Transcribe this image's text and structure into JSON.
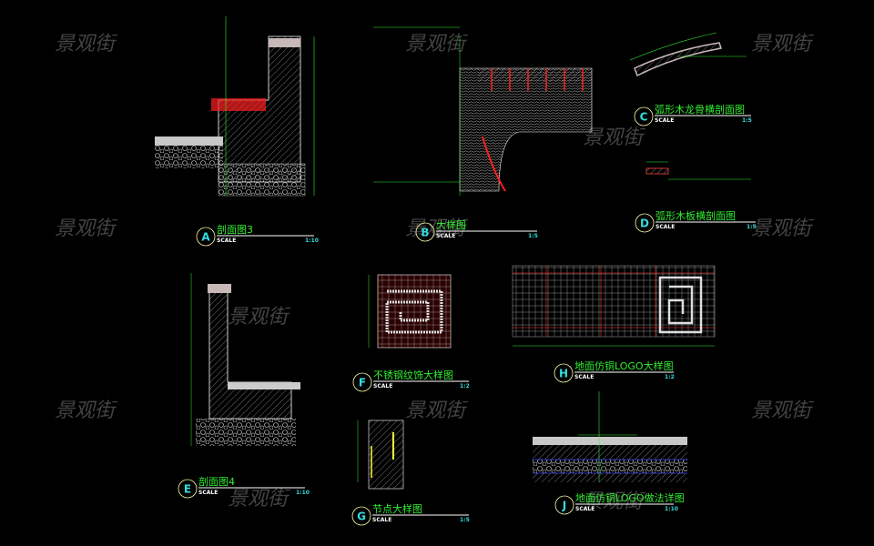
{
  "watermark": "景观街",
  "scale_word": "SCALE",
  "details": [
    {
      "id": "A",
      "title": "剖面图3",
      "scale": "1:10"
    },
    {
      "id": "B",
      "title": "大样图",
      "scale": "1:5"
    },
    {
      "id": "C",
      "title": "弧形木龙骨横剖面图",
      "scale": "1:5"
    },
    {
      "id": "D",
      "title": "弧形木板横剖面图",
      "scale": "1:5"
    },
    {
      "id": "E",
      "title": "剖面图4",
      "scale": "1:10"
    },
    {
      "id": "F",
      "title": "不锈钢纹饰大样图",
      "scale": "1:2"
    },
    {
      "id": "G",
      "title": "节点大样图",
      "scale": "1:5"
    },
    {
      "id": "H",
      "title": "地面仿铜LOGO大样图",
      "scale": "1:2"
    },
    {
      "id": "J",
      "title": "地面仿铜LOGO做法详图",
      "scale": "1:10"
    }
  ],
  "colors": {
    "background": "#000000",
    "title": "#33ee33",
    "letter": "#33dddd",
    "circle": "#ffffaa",
    "dimension": "#33ee33",
    "accent": "#ff2020"
  }
}
